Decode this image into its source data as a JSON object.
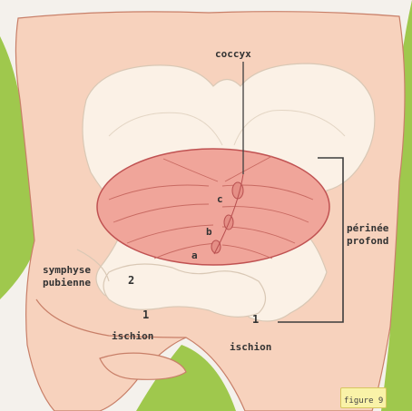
{
  "labels": {
    "coccyx": "coccyx",
    "perinee_line1": "périnée",
    "perinee_line2": "profond",
    "symphyse_line1": "symphyse",
    "symphyse_line2": "pubienne",
    "num_symphyse": "2",
    "num_ischion_left": "1",
    "num_ischion_right": "1",
    "ischion_left": "ischion",
    "ischion_right": "ischion",
    "letter_a": "a",
    "letter_b": "b",
    "letter_c": "c"
  },
  "caption": "figure 9",
  "colors": {
    "skin": "#f7d2bd",
    "skin_outline": "#c87f68",
    "green": "#9fc84d",
    "bone": "#fbf1e6",
    "bone_outline": "#d9c8b5",
    "muscle": "#f0a59a",
    "muscle_outline": "#c05252",
    "bracket": "#3d3d3d",
    "caption_bg": "#f9f2a8"
  }
}
